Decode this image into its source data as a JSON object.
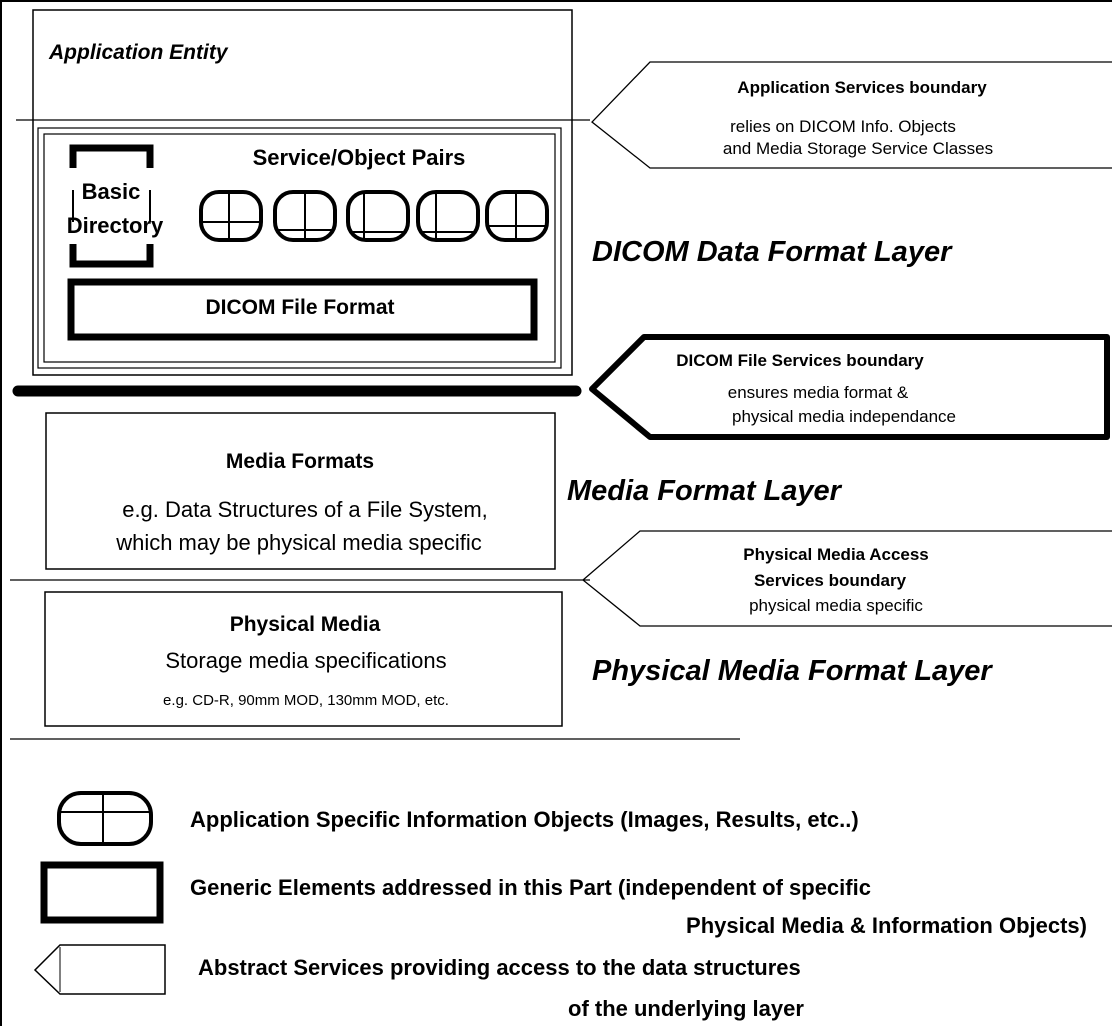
{
  "application_entity": "Application Entity",
  "service_object_pairs": {
    "title": "Service/Object Pairs",
    "basic_directory_line1": "Basic",
    "basic_directory_line2": "Directory",
    "file_format": "DICOM File Format"
  },
  "boundaries": {
    "application_services": {
      "title": "Application Services boundary",
      "line1": "relies on DICOM Info. Objects",
      "line2": "and Media Storage Service Classes"
    },
    "file_services": {
      "title": "DICOM File Services boundary",
      "line1": "ensures media format &",
      "line2": "physical media independance"
    },
    "physical_media_access": {
      "title_line1": "Physical Media Access",
      "title_line2": "Services boundary",
      "line1": "physical media specific"
    }
  },
  "layers": {
    "data_format": "DICOM Data Format Layer",
    "media_format": "Media Format Layer",
    "physical_media_format": "Physical Media Format Layer"
  },
  "media_formats": {
    "title": "Media Formats",
    "line1": "e.g. Data Structures of a File System,",
    "line2": "which may be physical media specific"
  },
  "physical_media": {
    "title": "Physical Media",
    "line1": "Storage media specifications",
    "line2": "e.g. CD-R, 90mm MOD, 130mm MOD, etc."
  },
  "legend": {
    "info_objects": "Application Specific Information Objects (Images, Results, etc..)",
    "generic_line1": "Generic Elements addressed in this Part (independent of specific",
    "generic_line2": "Physical Media & Information Objects)",
    "abstract_line1": "Abstract Services providing access to the data structures",
    "abstract_line2": "of the underlying layer"
  }
}
